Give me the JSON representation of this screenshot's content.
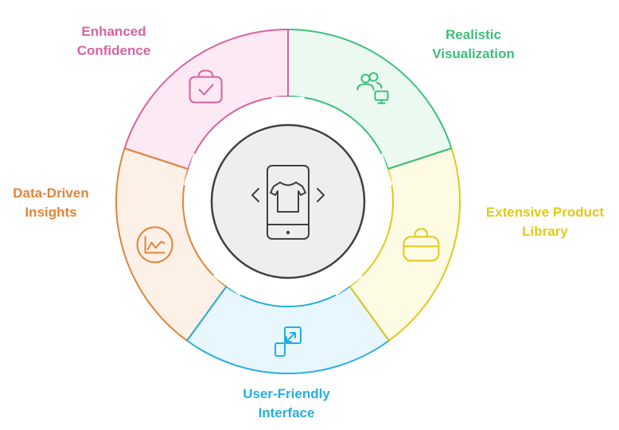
{
  "diagram": {
    "segments": [
      {
        "id": "realistic",
        "lines": [
          "Realistic",
          "Visualization"
        ],
        "icon": "users-monitor-icon",
        "stroke": "#3bbf7a",
        "fill": "#ebf9f1"
      },
      {
        "id": "library",
        "lines": [
          "Extensive Product",
          "Library"
        ],
        "icon": "handbag-icon",
        "stroke": "#e1c91a",
        "fill": "#fdfbe3"
      },
      {
        "id": "interface",
        "lines": [
          "User-Friendly",
          "Interface"
        ],
        "icon": "resize-arrows-icon",
        "stroke": "#27aee0",
        "fill": "#e8f7fd"
      },
      {
        "id": "insights",
        "lines": [
          "Data-Driven",
          "Insights"
        ],
        "icon": "line-chart-icon",
        "stroke": "#e0843b",
        "fill": "#fdf1e7"
      },
      {
        "id": "confidence",
        "lines": [
          "Enhanced",
          "Confidence"
        ],
        "icon": "shopping-bag-check-icon",
        "stroke": "#d9629f",
        "fill": "#fce9f3"
      }
    ],
    "center": {
      "icon": "phone-tshirt-icon",
      "stroke": "#404040",
      "fill": "#eeeeee"
    }
  }
}
